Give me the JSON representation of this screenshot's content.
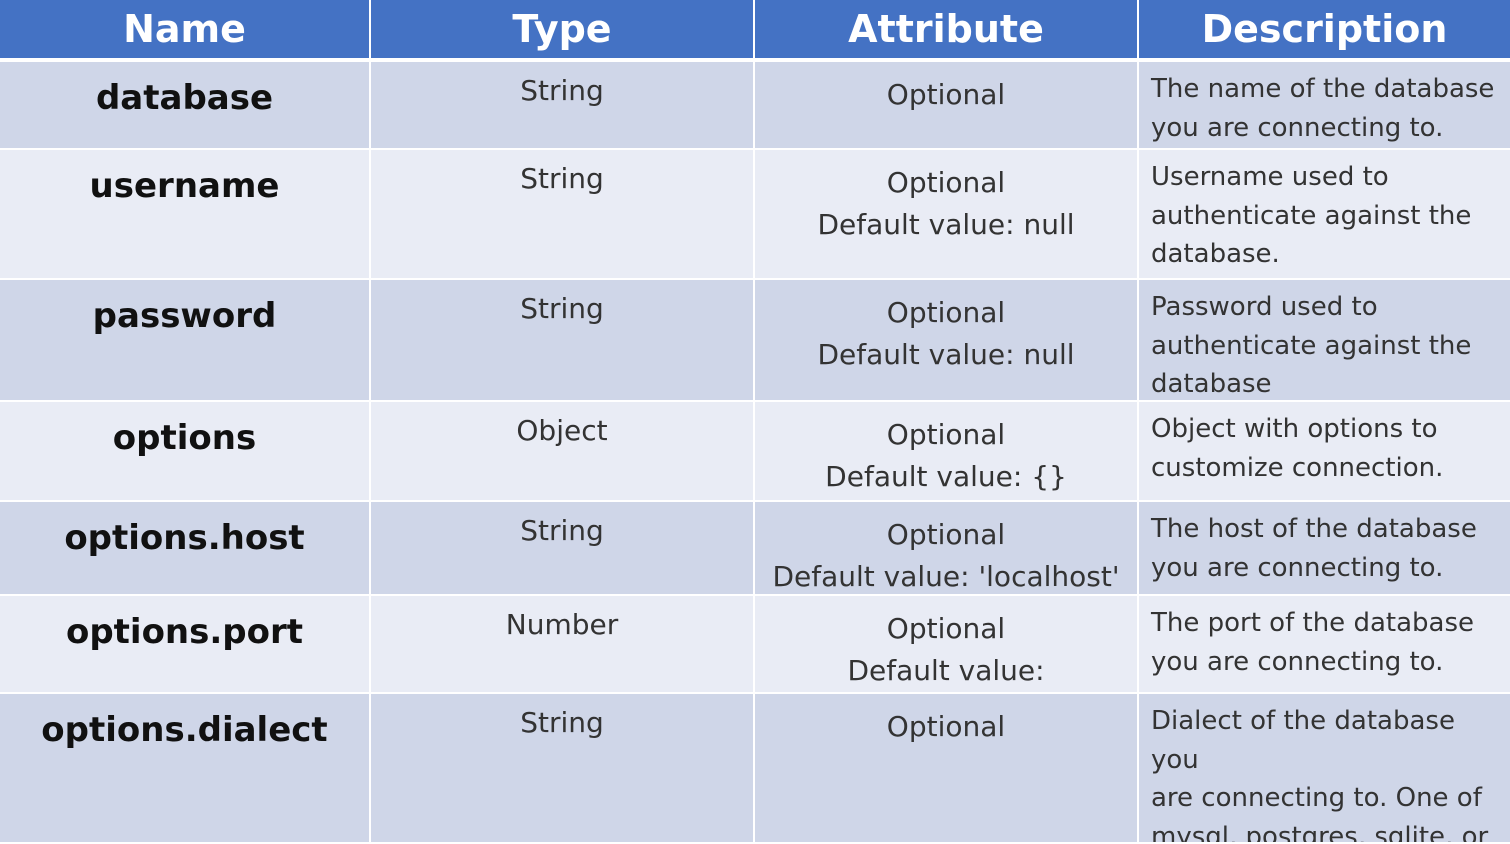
{
  "headers": {
    "name": "Name",
    "type": "Type",
    "attribute": "Attribute",
    "description": "Description"
  },
  "rows": [
    {
      "name": "database",
      "type": "String",
      "attribute": [
        "Optional",
        ""
      ],
      "description": "The name of the database\nyou are connecting to."
    },
    {
      "name": "username",
      "type": "String",
      "attribute": [
        "Optional",
        "Default value: null"
      ],
      "description": "Username used to\nauthenticate against the\ndatabase."
    },
    {
      "name": "password",
      "type": "String",
      "attribute": [
        "Optional",
        "Default value: null"
      ],
      "description": "Password used to\nauthenticate against the\ndatabase"
    },
    {
      "name": "options",
      "type": "Object",
      "attribute": [
        "Optional",
        "Default value: {}"
      ],
      "description": "Object with options to\ncustomize connection."
    },
    {
      "name": "options.host",
      "type": "String",
      "attribute": [
        "Optional",
        "Default value: 'localhost'"
      ],
      "description": "The host of the database\nyou are connecting to."
    },
    {
      "name": "options.port",
      "type": "Number",
      "attribute": [
        "Optional",
        "Default value:"
      ],
      "description": "The port of the database\nyou are connecting to."
    },
    {
      "name": "options.dialect",
      "type": "String",
      "attribute": [
        "Optional",
        ""
      ],
      "description": "Dialect of the database you\nare connecting to. One of\nmysql, postgres, sqlite, or\nmssql."
    }
  ]
}
